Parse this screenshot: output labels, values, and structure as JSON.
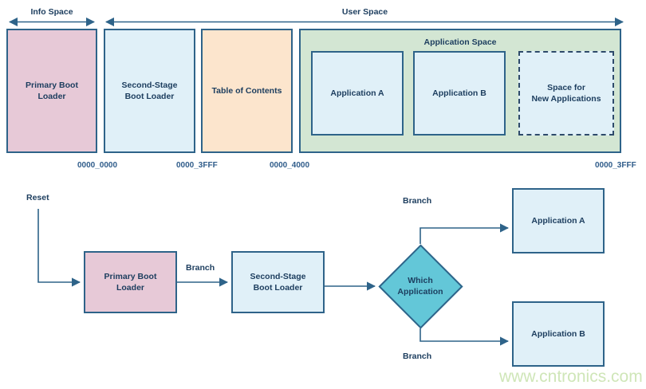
{
  "memory_map": {
    "spans": [
      {
        "name": "info-space",
        "label": "Info Space"
      },
      {
        "name": "user-space",
        "label": "User Space"
      }
    ],
    "regions": [
      {
        "name": "primary-boot-loader",
        "label": "Primary Boot\nLoader",
        "color": "#e7c9d7"
      },
      {
        "name": "second-stage-boot-loader",
        "label": "Second-Stage\nBoot Loader",
        "color": "#e0f0f8"
      },
      {
        "name": "table-of-contents",
        "label": "Table of Contents",
        "color": "#fce5cd"
      }
    ],
    "application_space": {
      "title": "Application Space",
      "color": "#d3e6d3",
      "slots": [
        {
          "name": "application-a",
          "label": "Application A",
          "style": "solid"
        },
        {
          "name": "application-b",
          "label": "Application B",
          "style": "solid"
        },
        {
          "name": "space-for-new-applications",
          "label": "Space for\nNew Applications",
          "style": "dashed"
        }
      ]
    },
    "addresses": [
      {
        "name": "address-0000-0000",
        "value": "0000_0000"
      },
      {
        "name": "address-0000-3fff-low",
        "value": "0000_3FFF"
      },
      {
        "name": "address-0000-4000",
        "value": "0000_4000"
      },
      {
        "name": "address-0000-3fff-high",
        "value": "0000_3FFF"
      }
    ]
  },
  "flowchart": {
    "nodes": [
      {
        "name": "reset",
        "label": "Reset",
        "shape": "text"
      },
      {
        "name": "primary-boot-loader",
        "label": "Primary Boot\nLoader",
        "shape": "rect",
        "color": "#e7c9d7"
      },
      {
        "name": "second-stage-boot-loader",
        "label": "Second-Stage\nBoot Loader",
        "shape": "rect",
        "color": "#e0f0f8"
      },
      {
        "name": "which-application",
        "label": "Which\nApplication",
        "shape": "diamond",
        "color": "#63c7d8"
      },
      {
        "name": "application-a",
        "label": "Application A",
        "shape": "rect",
        "color": "#e0f0f8"
      },
      {
        "name": "application-b",
        "label": "Application B",
        "shape": "rect",
        "color": "#e0f0f8"
      }
    ],
    "edge_labels": [
      {
        "name": "branch-label-1",
        "label": "Branch"
      },
      {
        "name": "branch-label-2",
        "label": "Branch"
      },
      {
        "name": "branch-label-3",
        "label": "Branch"
      }
    ]
  },
  "watermark": {
    "text": "www.cntronics.com",
    "color": "#cfe6b8"
  },
  "colors": {
    "stroke": "#2e6389",
    "text": "#1c3d5e",
    "address_text": "#2f5c8a"
  }
}
